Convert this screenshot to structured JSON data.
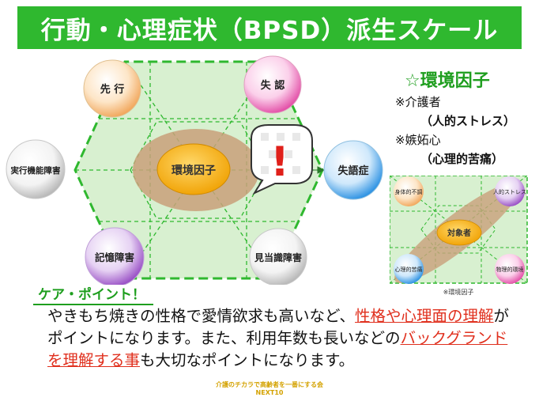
{
  "title": "行動・心理症状（BPSD）派生スケール",
  "main_diagram": {
    "center": "環境因子",
    "nodes": [
      {
        "label": "先 行",
        "color": "#f0a050"
      },
      {
        "label": "失 認",
        "color": "#e040a0"
      },
      {
        "label": "失語症",
        "color": "#1a88e0"
      },
      {
        "label": "見当識障害",
        "color": "#b0b0b0"
      },
      {
        "label": "記憶障害",
        "color": "#9040c0"
      },
      {
        "label": "実行機能障害",
        "color": "#b0b0b0"
      }
    ],
    "alert": "!"
  },
  "environment": {
    "heading": "☆環境因子",
    "items": [
      {
        "marker": "※介護者",
        "detail": "（人的ストレス）"
      },
      {
        "marker": "※嫉妬心",
        "detail": "（心理的苦痛）"
      }
    ]
  },
  "mini_diagram": {
    "center": "対象者",
    "corners": [
      "身体的不調",
      "人的ストレス",
      "心理的苦痛",
      "物理的環境"
    ],
    "caption": "※環境因子"
  },
  "care": {
    "heading": "ケア・ポイント！",
    "segments": [
      {
        "text": "やきもち焼きの性格で愛情欲求も高いなど、",
        "highlight": false
      },
      {
        "text": "性格や心理面の理解",
        "highlight": true
      },
      {
        "text": "がポイントになります。また、利用年数も長いなどの",
        "highlight": false
      },
      {
        "text": "バックグランドを理解する事",
        "highlight": true
      },
      {
        "text": "も大切なポイントになります。",
        "highlight": false
      }
    ]
  },
  "footer": {
    "line1": "介護のチカラで高齢者を一番にする会",
    "line2": "NEXT10"
  }
}
